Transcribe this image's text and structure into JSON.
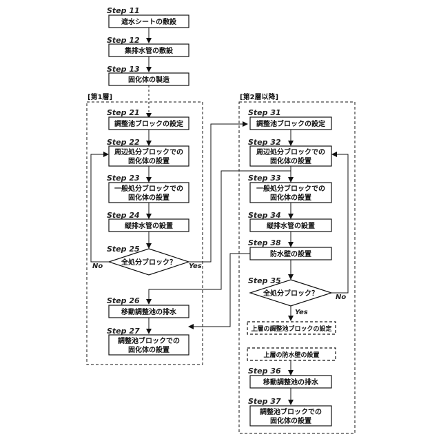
{
  "frames": {
    "layer1": "[第1層]",
    "layer2": "[第2層以降]"
  },
  "steps": {
    "s11": "Step 11",
    "s12": "Step 12",
    "s13": "Step 13",
    "s21": "Step 21",
    "s22": "Step 22",
    "s23": "Step 23",
    "s24": "Step 24",
    "s25": "Step 25",
    "s26": "Step 26",
    "s27": "Step 27",
    "s31": "Step 31",
    "s32": "Step 32",
    "s33": "Step 33",
    "s34": "Step 34",
    "s38": "Step 38",
    "s35": "Step 35",
    "s36": "Step 36",
    "s37": "Step 37"
  },
  "boxes": {
    "b11": "遮水シートの敷設",
    "b12": "集排水管の敷設",
    "b13": "固化体の製造",
    "b21": "調整池ブロックの設定",
    "b22_1": "周辺処分ブロックでの",
    "b22_2": "固化体の設置",
    "b23_1": "一般処分ブロックでの",
    "b23_2": "固化体の設置",
    "b24": "縦排水管の設置",
    "d25": "全処分ブロック？",
    "b26": "移動調整池の排水",
    "b27_1": "調整池ブロックでの",
    "b27_2": "固化体の設置",
    "b31": "調整池ブロックの設定",
    "b32_1": "周辺処分ブロックでの",
    "b32_2": "固化体の設置",
    "b33_1": "一般処分ブロックでの",
    "b33_2": "固化体の設置",
    "b34": "縦排水管の設置",
    "b38": "防水壁の設置",
    "d35": "全処分ブロック？",
    "u1": "上層の調整池ブロックの設定",
    "u2": "上層の防水壁の設置",
    "b36": "移動調整池の排水",
    "b37_1": "調整池ブロックでの",
    "b37_2": "固化体の設置"
  },
  "labels": {
    "no25": "No",
    "yes25": "Yes",
    "yes35": "Yes",
    "no35": "No"
  }
}
